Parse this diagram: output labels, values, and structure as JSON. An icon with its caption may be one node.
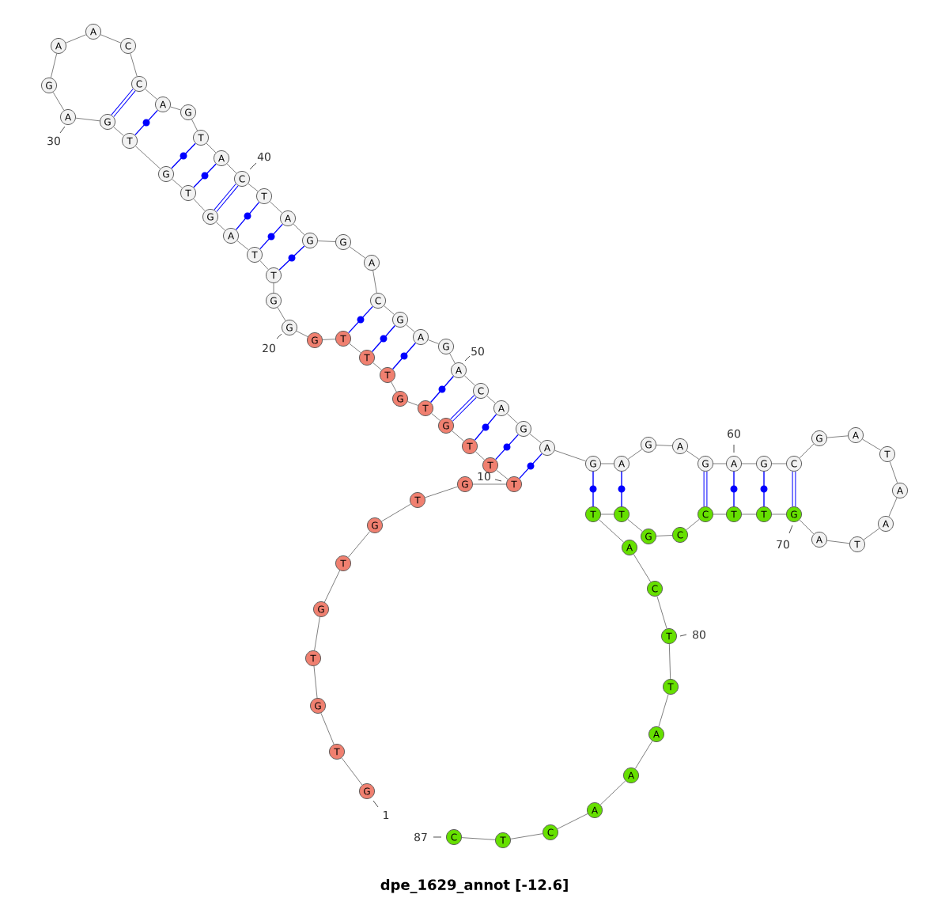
{
  "diagram": {
    "title": "dpe_1629_annot [-12.6]",
    "nodes": [
      {
        "text": [
          "G"
        ]
      },
      {
        "text": [
          "T"
        ]
      },
      {
        "text": [
          "G"
        ]
      },
      {
        "text": [
          "T"
        ]
      },
      {
        "text": [
          "G"
        ]
      },
      {
        "text": [
          "T"
        ]
      },
      {
        "text": [
          "G"
        ]
      },
      {
        "text": [
          "T"
        ]
      },
      {
        "text": [
          "G"
        ]
      },
      {
        "text": [
          "T"
        ]
      },
      {
        "text": [
          "T"
        ]
      },
      {
        "text": [
          "T"
        ]
      },
      {
        "text": [
          "G"
        ]
      },
      {
        "text": [
          "T"
        ]
      },
      {
        "text": [
          "G"
        ]
      },
      {
        "text": [
          "T"
        ]
      },
      {
        "text": [
          "T"
        ]
      },
      {
        "text": [
          "T"
        ]
      },
      {
        "text": [
          "G"
        ]
      },
      {
        "text": [
          "G"
        ]
      },
      {
        "text": [
          "G"
        ]
      },
      {
        "text": [
          "T"
        ]
      },
      {
        "text": [
          "T"
        ]
      },
      {
        "text": [
          "A"
        ]
      },
      {
        "text": [
          "G"
        ]
      },
      {
        "text": [
          "T"
        ]
      },
      {
        "text": [
          "G"
        ]
      },
      {
        "text": [
          "T"
        ]
      },
      {
        "text": [
          "G"
        ]
      },
      {
        "text": [
          "A"
        ]
      },
      {
        "text": [
          "G"
        ]
      },
      {
        "text": [
          "A"
        ]
      },
      {
        "text": [
          "A"
        ]
      },
      {
        "text": [
          "C"
        ]
      },
      {
        "text": [
          "C"
        ]
      },
      {
        "text": [
          "A"
        ]
      },
      {
        "text": [
          "G"
        ]
      },
      {
        "text": [
          "T"
        ]
      },
      {
        "text": [
          "A"
        ]
      },
      {
        "text": [
          "C"
        ]
      },
      {
        "text": [
          "T"
        ]
      },
      {
        "text": [
          "A"
        ]
      },
      {
        "text": [
          "G"
        ]
      },
      {
        "text": [
          "G"
        ]
      },
      {
        "text": [
          "A"
        ]
      },
      {
        "text": [
          "C"
        ]
      },
      {
        "text": [
          "G"
        ]
      },
      {
        "text": [
          "A"
        ]
      },
      {
        "text": [
          "G"
        ]
      },
      {
        "text": [
          "A"
        ]
      },
      {
        "text": [
          "C"
        ]
      },
      {
        "text": [
          "A"
        ]
      },
      {
        "text": [
          "G"
        ]
      },
      {
        "text": [
          "A"
        ]
      },
      {
        "text": [
          "G"
        ]
      },
      {
        "text": [
          "A"
        ]
      },
      {
        "text": [
          "G"
        ]
      },
      {
        "text": [
          "A"
        ]
      },
      {
        "text": [
          "G"
        ]
      },
      {
        "text": [
          "A"
        ]
      },
      {
        "text": [
          "G"
        ]
      },
      {
        "text": [
          "C"
        ]
      },
      {
        "text": [
          "G"
        ]
      },
      {
        "text": [
          "A"
        ]
      },
      {
        "text": [
          "T"
        ]
      },
      {
        "text": [
          "A"
        ]
      },
      {
        "text": [
          "A"
        ]
      },
      {
        "text": [
          "T"
        ]
      },
      {
        "text": [
          "A"
        ]
      },
      {
        "text": [
          "G"
        ]
      },
      {
        "text": [
          "T"
        ]
      },
      {
        "text": [
          "T"
        ]
      },
      {
        "text": [
          "C"
        ]
      },
      {
        "text": [
          "C"
        ]
      },
      {
        "text": [
          "G"
        ]
      },
      {
        "text": [
          "T"
        ]
      },
      {
        "text": [
          "T"
        ]
      },
      {
        "text": [
          "A"
        ]
      },
      {
        "text": [
          "C"
        ]
      },
      {
        "text": [
          "T"
        ]
      },
      {
        "text": [
          "T"
        ]
      },
      {
        "text": [
          "A"
        ]
      },
      {
        "text": [
          "A"
        ]
      },
      {
        "text": [
          "A"
        ]
      },
      {
        "text": [
          "C"
        ]
      },
      {
        "text": [
          "T"
        ]
      },
      {
        "text": [
          "C"
        ]
      }
    ],
    "edges": [
      {
        "from": 0,
        "to": 1,
        "arrow": "none"
      },
      {
        "from": 1,
        "to": 2,
        "arrow": "none"
      },
      {
        "from": 2,
        "to": 3,
        "arrow": "none"
      },
      {
        "from": 3,
        "to": 4,
        "arrow": "none"
      },
      {
        "from": 4,
        "to": 5,
        "arrow": "none"
      },
      {
        "from": 5,
        "to": 6,
        "arrow": "none"
      },
      {
        "from": 6,
        "to": 7,
        "arrow": "none"
      },
      {
        "from": 7,
        "to": 8,
        "arrow": "none"
      },
      {
        "from": 8,
        "to": 9,
        "arrow": "none"
      },
      {
        "from": 9,
        "to": 10,
        "arrow": "none"
      },
      {
        "from": 10,
        "to": 11,
        "arrow": "none"
      },
      {
        "from": 11,
        "to": 12,
        "arrow": "none"
      },
      {
        "from": 12,
        "to": 13,
        "arrow": "none"
      },
      {
        "from": 13,
        "to": 14,
        "arrow": "none"
      },
      {
        "from": 14,
        "to": 15,
        "arrow": "none"
      },
      {
        "from": 15,
        "to": 16,
        "arrow": "none"
      },
      {
        "from": 16,
        "to": 17,
        "arrow": "none"
      },
      {
        "from": 17,
        "to": 18,
        "arrow": "none"
      },
      {
        "from": 18,
        "to": 19,
        "arrow": "none"
      },
      {
        "from": 19,
        "to": 20,
        "arrow": "none"
      },
      {
        "from": 20,
        "to": 21,
        "arrow": "none"
      },
      {
        "from": 21,
        "to": 22,
        "arrow": "none"
      },
      {
        "from": 22,
        "to": 23,
        "arrow": "none"
      },
      {
        "from": 23,
        "to": 24,
        "arrow": "none"
      },
      {
        "from": 24,
        "to": 25,
        "arrow": "none"
      },
      {
        "from": 25,
        "to": 26,
        "arrow": "none"
      },
      {
        "from": 26,
        "to": 27,
        "arrow": "none"
      },
      {
        "from": 27,
        "to": 28,
        "arrow": "none"
      },
      {
        "from": 28,
        "to": 29,
        "arrow": "none"
      },
      {
        "from": 29,
        "to": 30,
        "arrow": "none"
      },
      {
        "from": 30,
        "to": 31,
        "arrow": "none"
      },
      {
        "from": 31,
        "to": 32,
        "arrow": "none"
      },
      {
        "from": 32,
        "to": 33,
        "arrow": "none"
      },
      {
        "from": 33,
        "to": 34,
        "arrow": "none"
      },
      {
        "from": 34,
        "to": 35,
        "arrow": "none"
      },
      {
        "from": 35,
        "to": 36,
        "arrow": "none"
      },
      {
        "from": 36,
        "to": 37,
        "arrow": "none"
      },
      {
        "from": 37,
        "to": 38,
        "arrow": "none"
      },
      {
        "from": 38,
        "to": 39,
        "arrow": "none"
      },
      {
        "from": 39,
        "to": 40,
        "arrow": "none"
      },
      {
        "from": 40,
        "to": 41,
        "arrow": "none"
      },
      {
        "from": 41,
        "to": 42,
        "arrow": "none"
      },
      {
        "from": 42,
        "to": 43,
        "arrow": "none"
      },
      {
        "from": 43,
        "to": 44,
        "arrow": "none"
      },
      {
        "from": 44,
        "to": 45,
        "arrow": "none"
      },
      {
        "from": 45,
        "to": 46,
        "arrow": "none"
      },
      {
        "from": 46,
        "to": 47,
        "arrow": "none"
      },
      {
        "from": 47,
        "to": 48,
        "arrow": "none"
      },
      {
        "from": 48,
        "to": 49,
        "arrow": "none"
      },
      {
        "from": 49,
        "to": 50,
        "arrow": "none"
      },
      {
        "from": 50,
        "to": 51,
        "arrow": "none"
      },
      {
        "from": 51,
        "to": 52,
        "arrow": "none"
      },
      {
        "from": 52,
        "to": 53,
        "arrow": "none"
      },
      {
        "from": 53,
        "to": 54,
        "arrow": "none"
      },
      {
        "from": 54,
        "to": 55,
        "arrow": "none"
      },
      {
        "from": 55,
        "to": 56,
        "arrow": "none"
      },
      {
        "from": 56,
        "to": 57,
        "arrow": "none"
      },
      {
        "from": 57,
        "to": 58,
        "arrow": "none"
      },
      {
        "from": 58,
        "to": 59,
        "arrow": "none"
      },
      {
        "from": 59,
        "to": 60,
        "arrow": "none"
      },
      {
        "from": 60,
        "to": 61,
        "arrow": "none"
      },
      {
        "from": 61,
        "to": 62,
        "arrow": "none"
      },
      {
        "from": 62,
        "to": 63,
        "arrow": "none"
      },
      {
        "from": 63,
        "to": 64,
        "arrow": "none"
      },
      {
        "from": 64,
        "to": 65,
        "arrow": "none"
      },
      {
        "from": 65,
        "to": 66,
        "arrow": "none"
      },
      {
        "from": 66,
        "to": 67,
        "arrow": "none"
      },
      {
        "from": 67,
        "to": 68,
        "arrow": "none"
      },
      {
        "from": 68,
        "to": 69,
        "arrow": "none"
      },
      {
        "from": 69,
        "to": 70,
        "arrow": "none"
      },
      {
        "from": 70,
        "to": 71,
        "arrow": "none"
      },
      {
        "from": 71,
        "to": 72,
        "arrow": "none"
      },
      {
        "from": 72,
        "to": 73,
        "arrow": "none"
      },
      {
        "from": 73,
        "to": 74,
        "arrow": "none"
      },
      {
        "from": 74,
        "to": 75,
        "arrow": "none"
      },
      {
        "from": 75,
        "to": 76,
        "arrow": "none"
      },
      {
        "from": 76,
        "to": 77,
        "arrow": "none"
      },
      {
        "from": 77,
        "to": 78,
        "arrow": "none"
      },
      {
        "from": 78,
        "to": 79,
        "arrow": "none"
      },
      {
        "from": 79,
        "to": 80,
        "arrow": "none"
      },
      {
        "from": 80,
        "to": 81,
        "arrow": "none"
      },
      {
        "from": 81,
        "to": 82,
        "arrow": "none"
      },
      {
        "from": 82,
        "to": 83,
        "arrow": "none"
      },
      {
        "from": 83,
        "to": 84,
        "arrow": "none"
      },
      {
        "from": 84,
        "to": 85,
        "arrow": "none"
      },
      {
        "from": 85,
        "to": 86,
        "arrow": "none"
      },
      {
        "from": 9,
        "to": 53,
        "arrow": "none",
        "color": "#0000ff"
      },
      {
        "from": 10,
        "to": 52,
        "arrow": "none",
        "color": "#0000ff"
      },
      {
        "from": 11,
        "to": 51,
        "arrow": "none",
        "color": "#0000ff"
      },
      {
        "from": 12,
        "to": 50,
        "arrow": "none",
        "color": "#0000ff",
        "style": "thick"
      },
      {
        "from": 13,
        "to": 49,
        "arrow": "none",
        "color": "#0000ff"
      },
      {
        "from": 15,
        "to": 47,
        "arrow": "none",
        "color": "#0000ff"
      },
      {
        "from": 16,
        "to": 46,
        "arrow": "none",
        "color": "#0000ff"
      },
      {
        "from": 17,
        "to": 45,
        "arrow": "none",
        "color": "#0000ff"
      },
      {
        "from": 21,
        "to": 42,
        "arrow": "none",
        "color": "#0000ff"
      },
      {
        "from": 22,
        "to": 41,
        "arrow": "none",
        "color": "#0000ff"
      },
      {
        "from": 23,
        "to": 40,
        "arrow": "none",
        "color": "#0000ff"
      },
      {
        "from": 24,
        "to": 39,
        "arrow": "none",
        "color": "#0000ff",
        "style": "thick"
      },
      {
        "from": 25,
        "to": 38,
        "arrow": "none",
        "color": "#0000ff"
      },
      {
        "from": 26,
        "to": 37,
        "arrow": "none",
        "color": "#0000ff"
      },
      {
        "from": 27,
        "to": 35,
        "arrow": "none",
        "color": "#0000ff"
      },
      {
        "from": 28,
        "to": 34,
        "arrow": "none",
        "color": "#0000ff",
        "style": "thick"
      },
      {
        "from": 54,
        "to": 76,
        "arrow": "none",
        "color": "#0000ff"
      },
      {
        "from": 55,
        "to": 75,
        "arrow": "none",
        "color": "#0000ff"
      },
      {
        "from": 58,
        "to": 72,
        "arrow": "none",
        "color": "#0000ff",
        "style": "thick"
      },
      {
        "from": 59,
        "to": 71,
        "arrow": "none",
        "color": "#0000ff"
      },
      {
        "from": 60,
        "to": 70,
        "arrow": "none",
        "color": "#0000ff"
      },
      {
        "from": 61,
        "to": 69,
        "arrow": "none",
        "color": "#0000ff",
        "style": "thick"
      }
    ],
    "labels": [
      "1",
      "10",
      "20",
      "30",
      "40",
      "50",
      "60",
      "70",
      "80",
      "87"
    ]
  }
}
